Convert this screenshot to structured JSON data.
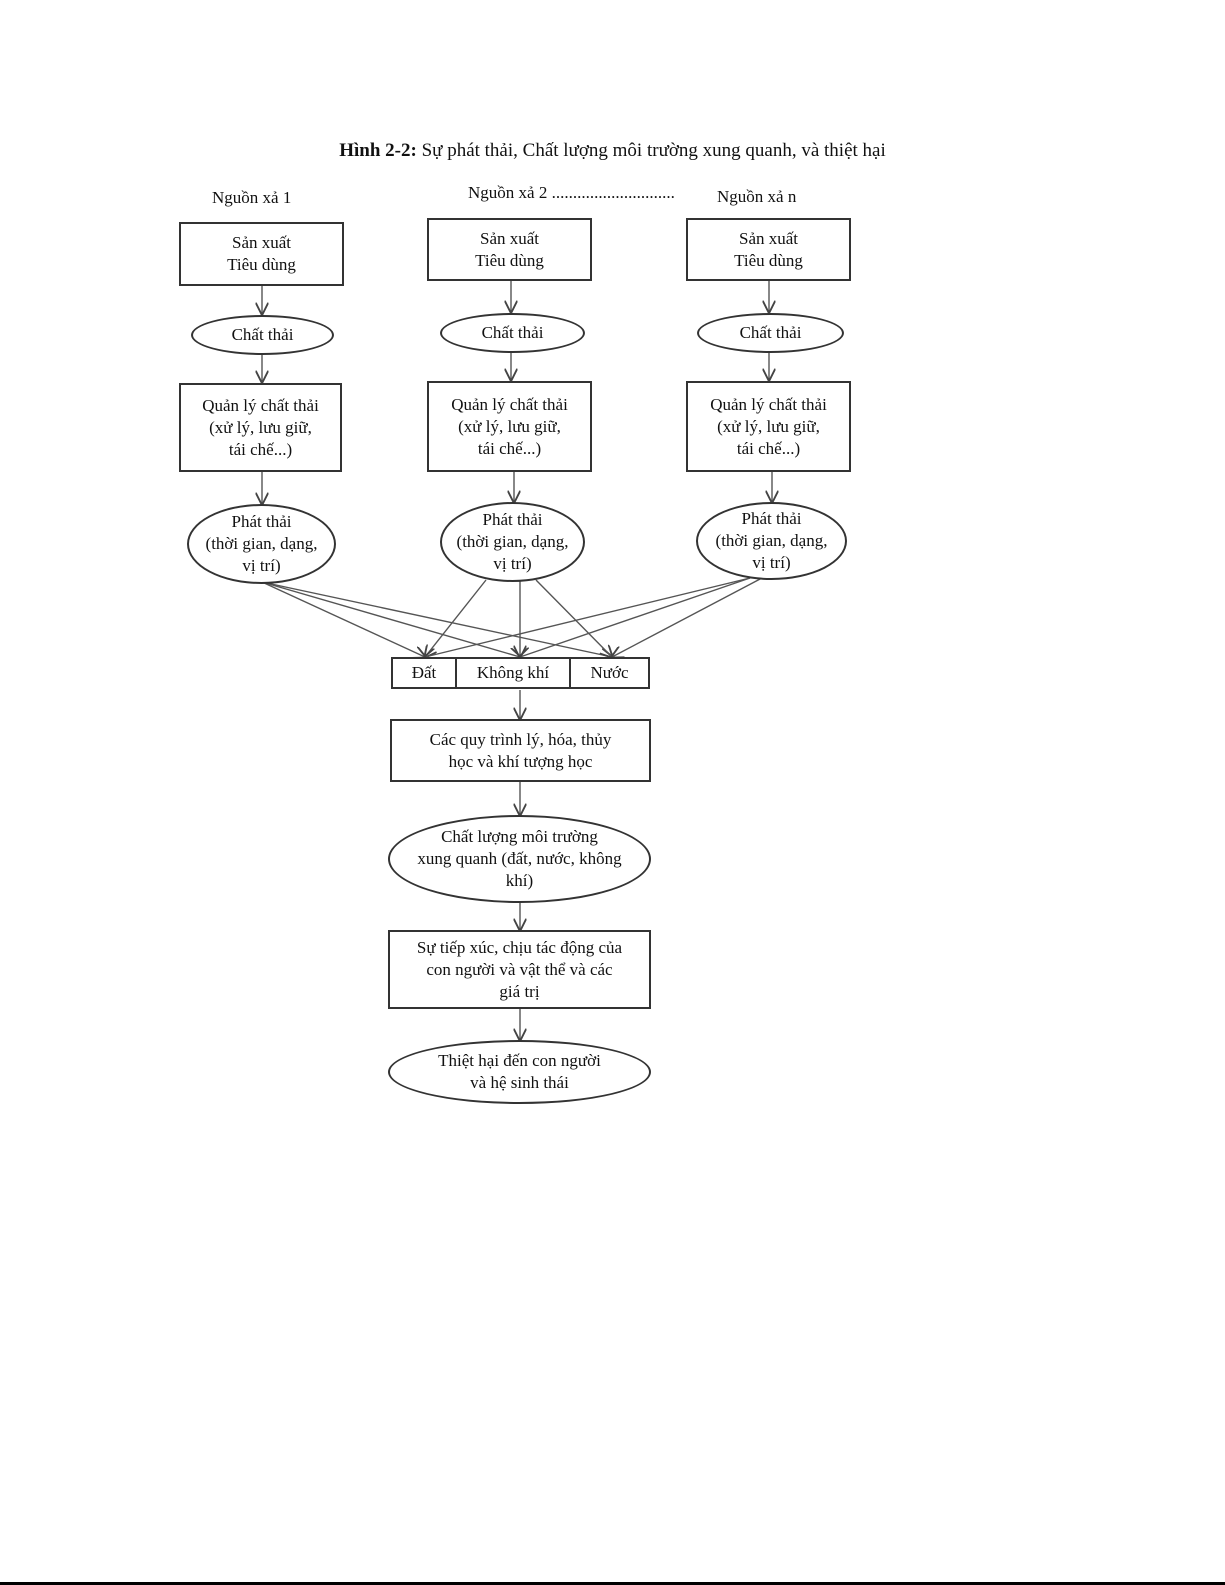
{
  "figure": {
    "title_bold": "Hình 2-2:",
    "title_rest": " Sự phát thải, Chất lượng môi trường xung quanh, và thiệt hại"
  },
  "sources": {
    "s1": "Nguồn xả 1",
    "s2": "Nguồn xả 2 .............................",
    "sn": "Nguồn xả  n"
  },
  "column": {
    "production": "Sản xuất\nTiêu dùng",
    "waste": "Chất thải",
    "management": "Quản lý chất thải\n(xử lý, lưu giữ,\ntái chế...)",
    "emission": "Phát thải\n(thời gian, dạng,\nvị trí)"
  },
  "media": {
    "land": "Đất",
    "air": "Không khí",
    "water": "Nước"
  },
  "processes": "Các quy trình lý, hóa, thủy\nhọc và khí tượng học",
  "quality": "Chất lượng môi trường\nxung quanh (đất, nước, không\nkhí)",
  "exposure": "Sự tiếp xúc, chịu tác động của\ncon người và vật thể  và các\ngiá trị",
  "damage": "Thiệt hại đến con người\nvà hệ sinh thái"
}
